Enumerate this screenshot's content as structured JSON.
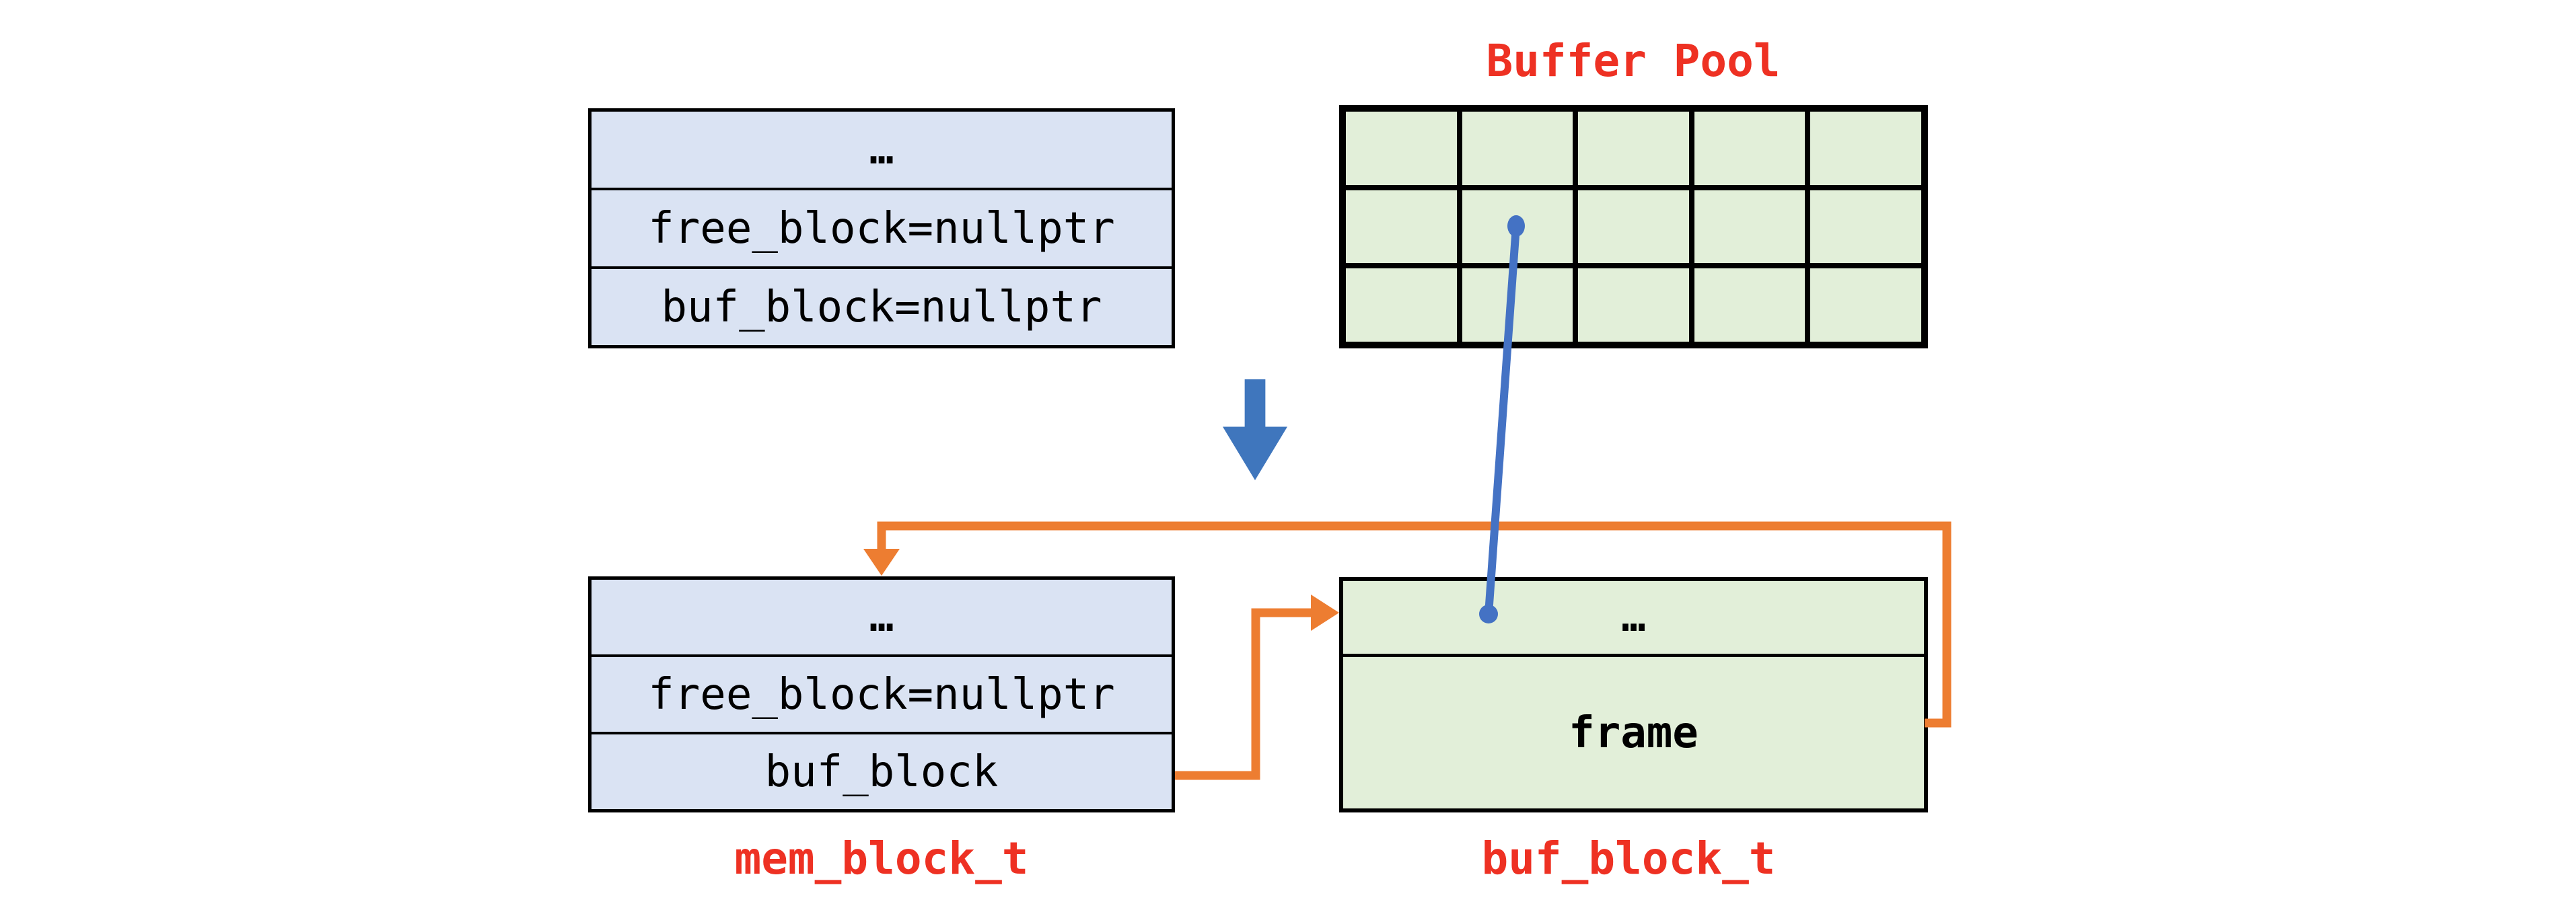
{
  "diagram": {
    "title": "Buffer Pool",
    "colors": {
      "struct_fill": "#dae3f3",
      "pool_fill": "#e2efd9",
      "border": "#000000",
      "accent_orange": "#ed7d31",
      "accent_blue": "#4472c4",
      "label_red": "#ee3123",
      "background": "#ffffff"
    },
    "top_struct": {
      "rows": [
        "…",
        "free_block=nullptr",
        "buf_block=nullptr"
      ]
    },
    "buffer_pool": {
      "title": "Buffer Pool",
      "columns": 5,
      "rows": 3
    },
    "mem_struct": {
      "rows": [
        "…",
        "free_block=nullptr",
        "buf_block"
      ],
      "label": "mem_block_t"
    },
    "buf_struct": {
      "rows": [
        "…",
        "frame"
      ],
      "label": "buf_block_t"
    }
  }
}
